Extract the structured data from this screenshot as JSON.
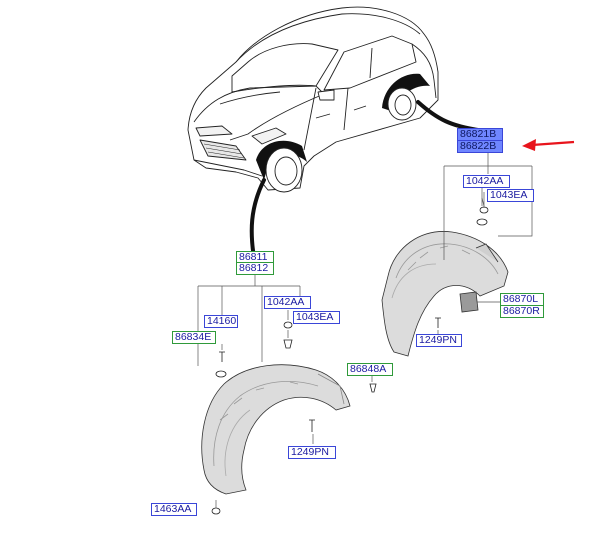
{
  "labels": {
    "p86821B": "86821B",
    "p86822B": "86822B",
    "p1042AA_right": "1042AA",
    "p1043EA_right": "1043EA",
    "p86870L": "86870L",
    "p86870R": "86870R",
    "p1249PN_right": "1249PN",
    "p86811": "86811",
    "p86812": "86812",
    "p1042AA_left": "1042AA",
    "p1043EA_left": "1043EA",
    "p14160": "14160",
    "p86834E": "86834E",
    "p86848A": "86848A",
    "p1249PN_left": "1249PN",
    "p1463AA": "1463AA"
  },
  "colors": {
    "label_text": "#1a1aa0",
    "label_border_blue": "#3a46d8",
    "label_border_green": "#2f9a3a",
    "highlight_fill": "#6f86ff",
    "pointer_arrow": "#e8141c"
  },
  "highlighted_part": "86821B / 86822B"
}
